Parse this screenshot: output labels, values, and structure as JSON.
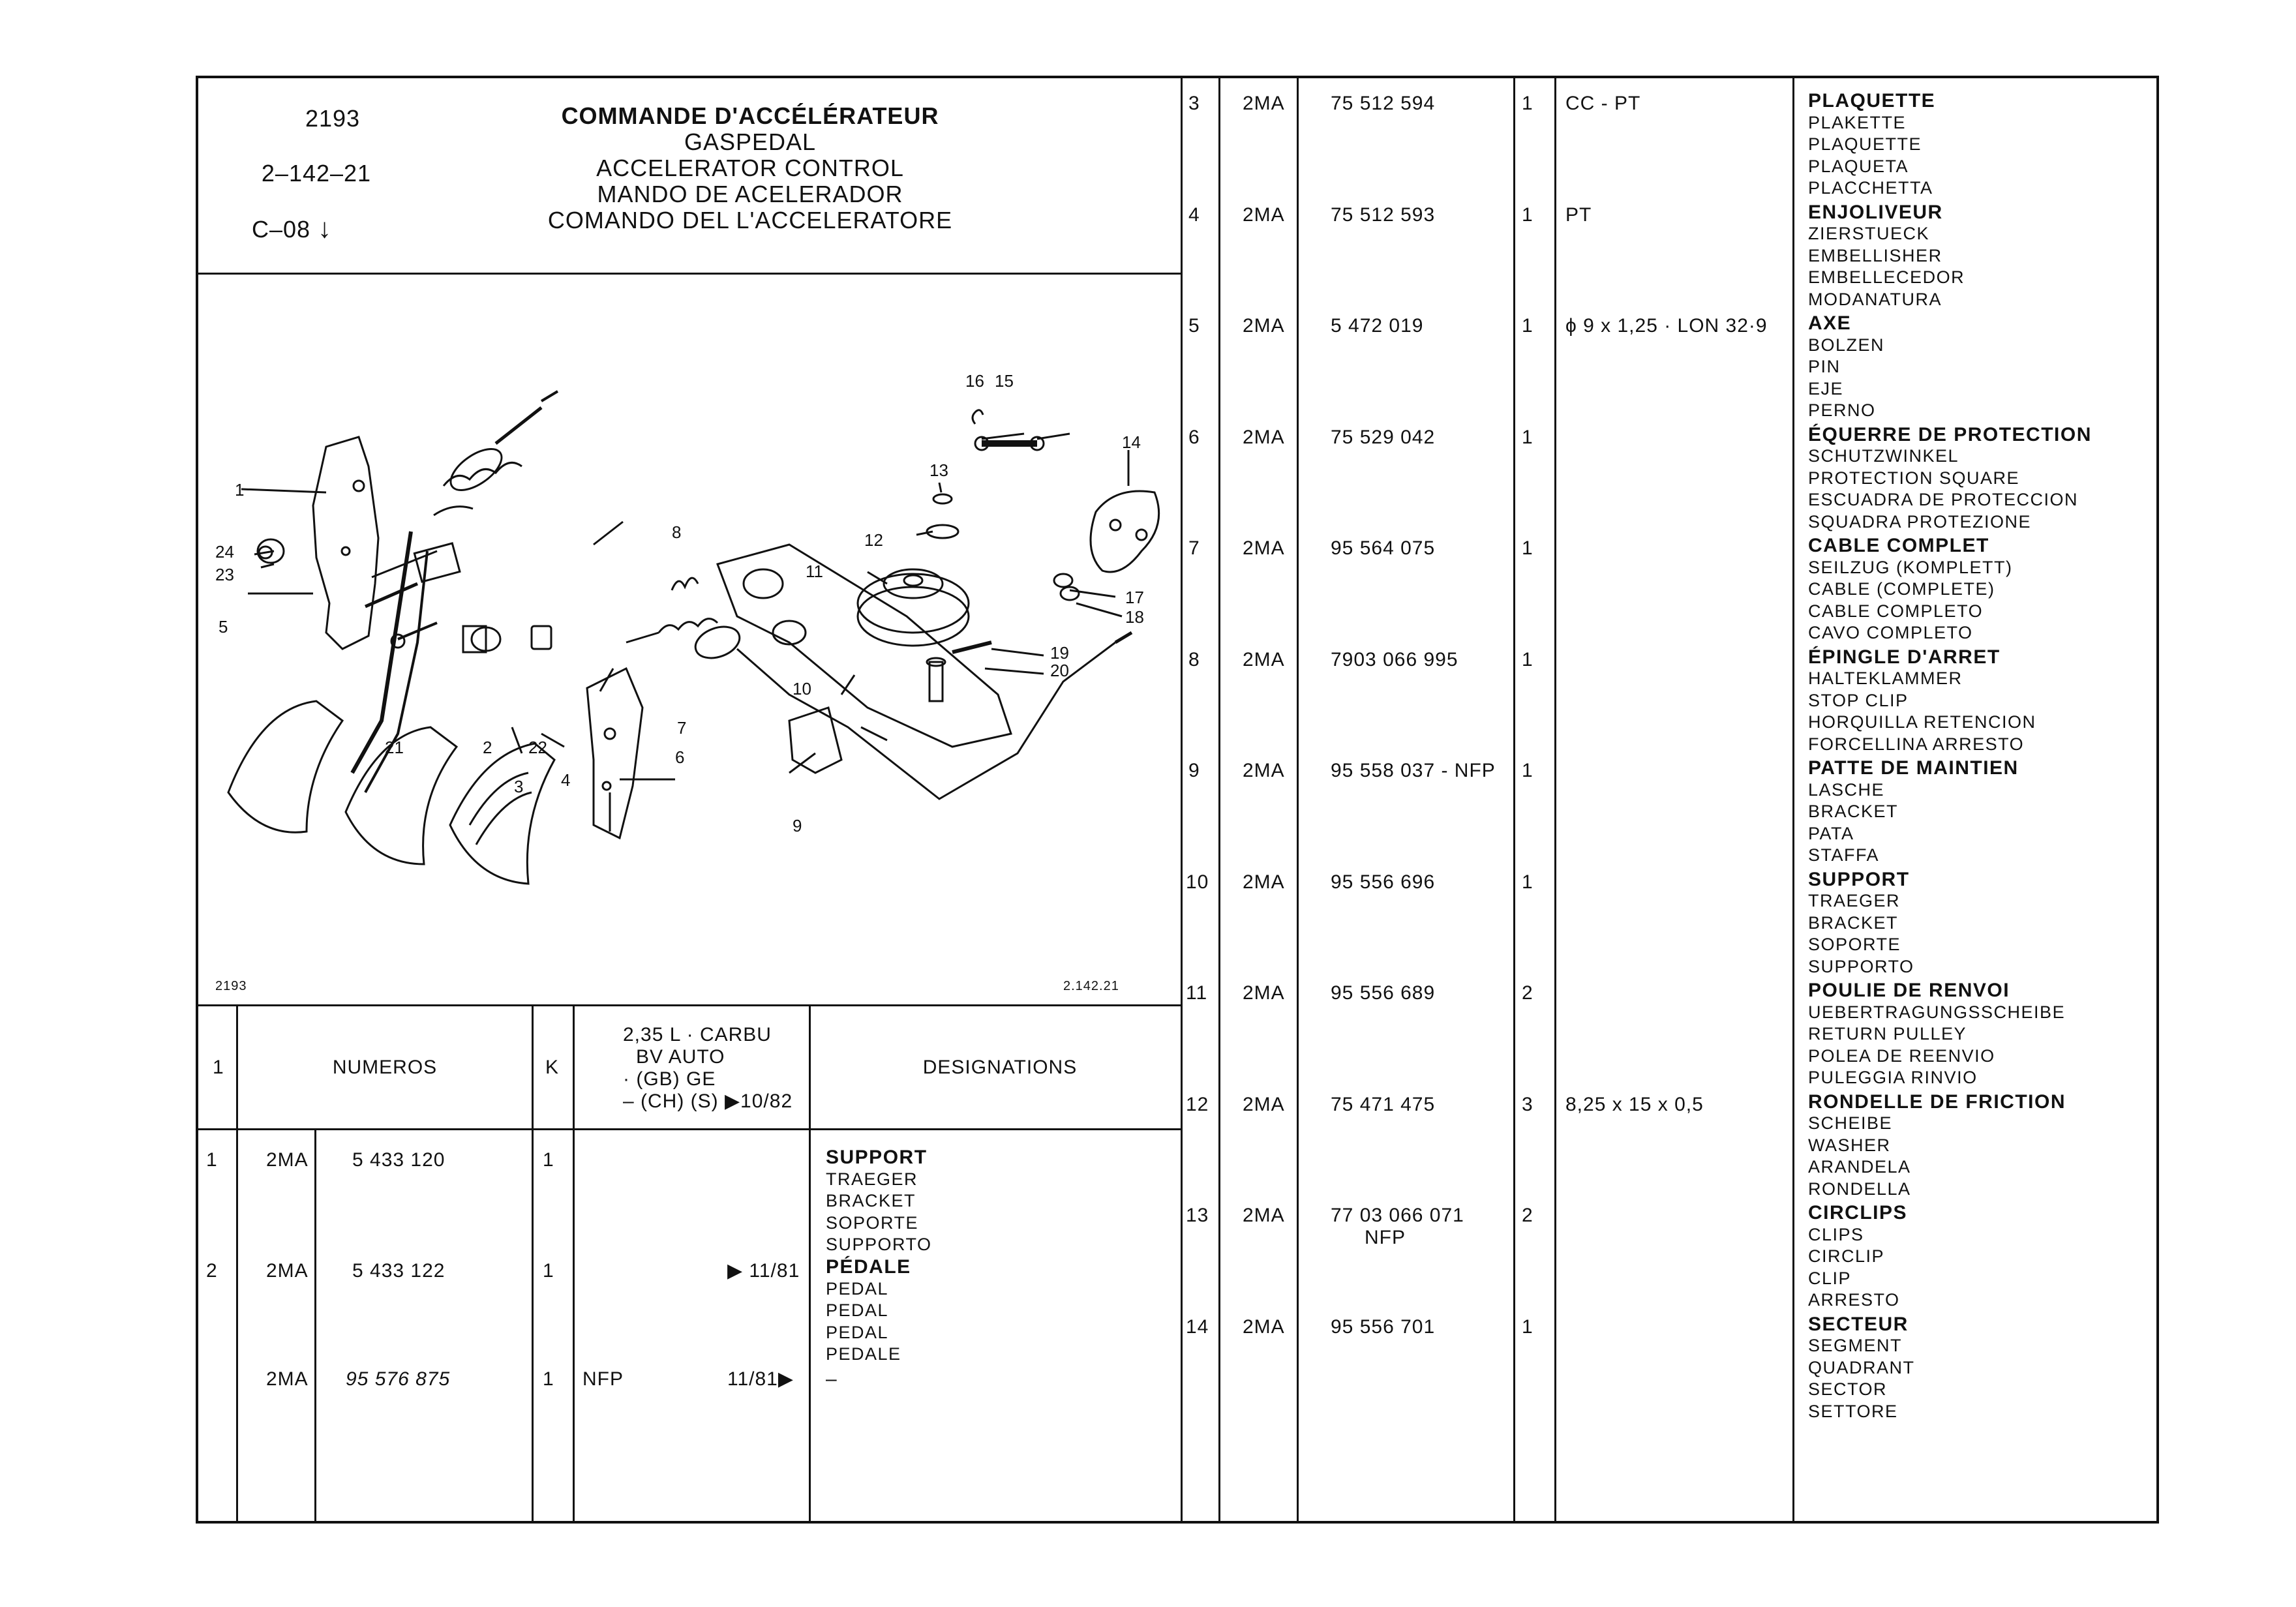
{
  "header": {
    "code": "2193",
    "ref": "2–142–21",
    "variant": "C–08",
    "variant_arrow": "↓",
    "titles": [
      "COMMANDE D'ACCÉLÉRATEUR",
      "GASPEDAL",
      "ACCELERATOR CONTROL",
      "MANDO DE ACELERADOR",
      "COMANDO DEL L'ACCELERATORE"
    ]
  },
  "diagram": {
    "corner_left": "2193",
    "corner_right": "2.142.21",
    "callouts": [
      "1",
      "2",
      "3",
      "4",
      "5",
      "6",
      "7",
      "8",
      "9",
      "10",
      "11",
      "12",
      "13",
      "14",
      "15",
      "16",
      "17",
      "18",
      "19",
      "20",
      "21",
      "22",
      "23",
      "24"
    ]
  },
  "table_header": {
    "col_num": "1",
    "col_numeros": "NUMEROS",
    "col_k": "K",
    "col_spec": [
      "2,35 L · CARBU",
      "BV AUTO",
      "· (GB) GE",
      "– (CH) (S) ▶10/82"
    ],
    "col_designations": "DESIGNATIONS"
  },
  "left_rows": [
    {
      "ref": "1",
      "mark": "2MA",
      "number": "5 433 120",
      "qty": "1",
      "spec_left": "",
      "spec_right": "",
      "designations": [
        "SUPPORT",
        "TRAEGER",
        "BRACKET",
        "SOPORTE",
        "SUPPORTO"
      ]
    },
    {
      "ref": "2",
      "mark": "2MA",
      "number": "5 433 122",
      "qty": "1",
      "spec_left": "",
      "spec_right": "▶ 11/81",
      "designations": [
        "PÉDALE",
        "PEDAL",
        "PEDAL",
        "PEDAL",
        "PEDALE"
      ]
    },
    {
      "ref": "",
      "mark": "2MA",
      "number": "95 576 875",
      "qty": "1",
      "spec_left": "NFP",
      "spec_right": "11/81▶",
      "designations": [
        "–"
      ]
    }
  ],
  "right_rows": [
    {
      "ref": "3",
      "mark": "2MA",
      "number": "75 512 594",
      "number2": "",
      "qty": "1",
      "spec": "CC - PT",
      "designations": [
        "PLAQUETTE",
        "PLAKETTE",
        "PLAQUETTE",
        "PLAQUETA",
        "PLACCHETTA"
      ]
    },
    {
      "ref": "4",
      "mark": "2MA",
      "number": "75 512 593",
      "number2": "",
      "qty": "1",
      "spec": "PT",
      "designations": [
        "ENJOLIVEUR",
        "ZIERSTUECK",
        "EMBELLISHER",
        "EMBELLECEDOR",
        "MODANATURA"
      ]
    },
    {
      "ref": "5",
      "mark": "2MA",
      "number": "5 472 019",
      "number2": "",
      "qty": "1",
      "spec": "ϕ 9 x 1,25 · LON 32·9",
      "designations": [
        "AXE",
        "BOLZEN",
        "PIN",
        "EJE",
        "PERNO"
      ]
    },
    {
      "ref": "6",
      "mark": "2MA",
      "number": "75 529 042",
      "number2": "",
      "qty": "1",
      "spec": "",
      "designations": [
        "ÉQUERRE DE PROTECTION",
        "SCHUTZWINKEL",
        "PROTECTION SQUARE",
        "ESCUADRA DE PROTECCION",
        "SQUADRA PROTEZIONE"
      ]
    },
    {
      "ref": "7",
      "mark": "2MA",
      "number": "95 564 075",
      "number2": "",
      "qty": "1",
      "spec": "",
      "designations": [
        "CABLE COMPLET",
        "SEILZUG (KOMPLETT)",
        "CABLE (COMPLETE)",
        "CABLE COMPLETO",
        "CAVO COMPLETO"
      ]
    },
    {
      "ref": "8",
      "mark": "2MA",
      "number": "7903 066 995",
      "number2": "",
      "qty": "1",
      "spec": "",
      "designations": [
        "ÉPINGLE D'ARRET",
        "HALTEKLAMMER",
        "STOP CLIP",
        "HORQUILLA RETENCION",
        "FORCELLINA ARRESTO"
      ]
    },
    {
      "ref": "9",
      "mark": "2MA",
      "number": "95 558 037 - NFP",
      "number2": "",
      "qty": "1",
      "spec": "",
      "designations": [
        "PATTE DE MAINTIEN",
        "LASCHE",
        "BRACKET",
        "PATA",
        "STAFFA"
      ]
    },
    {
      "ref": "10",
      "mark": "2MA",
      "number": "95 556 696",
      "number2": "",
      "qty": "1",
      "spec": "",
      "designations": [
        "SUPPORT",
        "TRAEGER",
        "BRACKET",
        "SOPORTE",
        "SUPPORTO"
      ]
    },
    {
      "ref": "11",
      "mark": "2MA",
      "number": "95 556 689",
      "number2": "",
      "qty": "2",
      "spec": "",
      "designations": [
        "POULIE DE RENVOI",
        "UEBERTRAGUNGSSCHEIBE",
        "RETURN PULLEY",
        "POLEA DE REENVIO",
        "PULEGGIA RINVIO"
      ]
    },
    {
      "ref": "12",
      "mark": "2MA",
      "number": "75 471 475",
      "number2": "",
      "qty": "3",
      "spec": "8,25 x 15 x 0,5",
      "designations": [
        "RONDELLE DE FRICTION",
        "SCHEIBE",
        "WASHER",
        "ARANDELA",
        "RONDELLA"
      ]
    },
    {
      "ref": "13",
      "mark": "2MA",
      "number": "77 03 066 071",
      "number2": "NFP",
      "qty": "2",
      "spec": "",
      "designations": [
        "CIRCLIPS",
        "CLIPS",
        "CIRCLIP",
        "CLIP",
        "ARRESTO"
      ]
    },
    {
      "ref": "14",
      "mark": "2MA",
      "number": "95 556 701",
      "number2": "",
      "qty": "1",
      "spec": "",
      "designations": [
        "SECTEUR",
        "SEGMENT",
        "QUADRANT",
        "SECTOR",
        "SETTORE"
      ]
    }
  ]
}
